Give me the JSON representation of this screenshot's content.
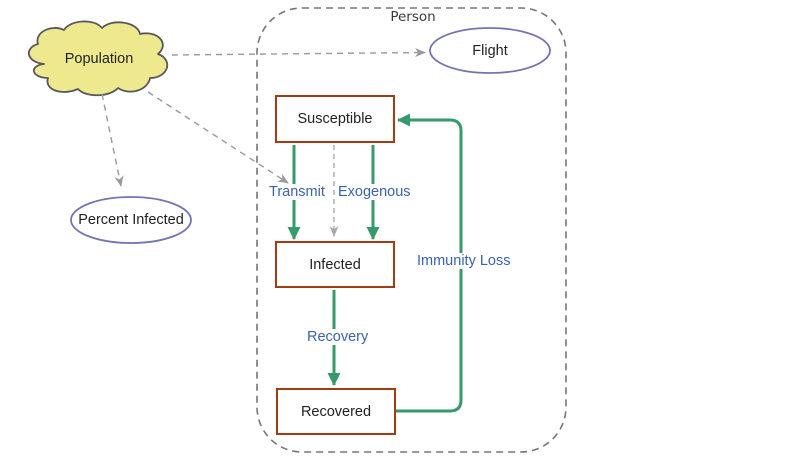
{
  "diagram": {
    "container": {
      "label": "Person"
    },
    "population": {
      "label": "Population"
    },
    "flight": {
      "label": "Flight"
    },
    "percent_infected": {
      "label": "Percent Infected"
    },
    "states": [
      {
        "label": "Susceptible"
      },
      {
        "label": "Infected"
      },
      {
        "label": "Recovered"
      }
    ],
    "transitions": [
      {
        "label": "Transmit"
      },
      {
        "label": "Exogenous"
      },
      {
        "label": "Recovery"
      },
      {
        "label": "Immunity Loss"
      }
    ],
    "colors": {
      "flow_green": "#379a6c",
      "state_border_brown": "#a23c12",
      "transition_label_blue": "#3b62ab",
      "ellipse_purple": "#7373b4",
      "cloud_fill_yellow": "#eee98e",
      "cloud_stroke_gray": "#58585a",
      "container_dash_gray": "#767676",
      "link_dash_gray": "#9a9a9a"
    }
  }
}
